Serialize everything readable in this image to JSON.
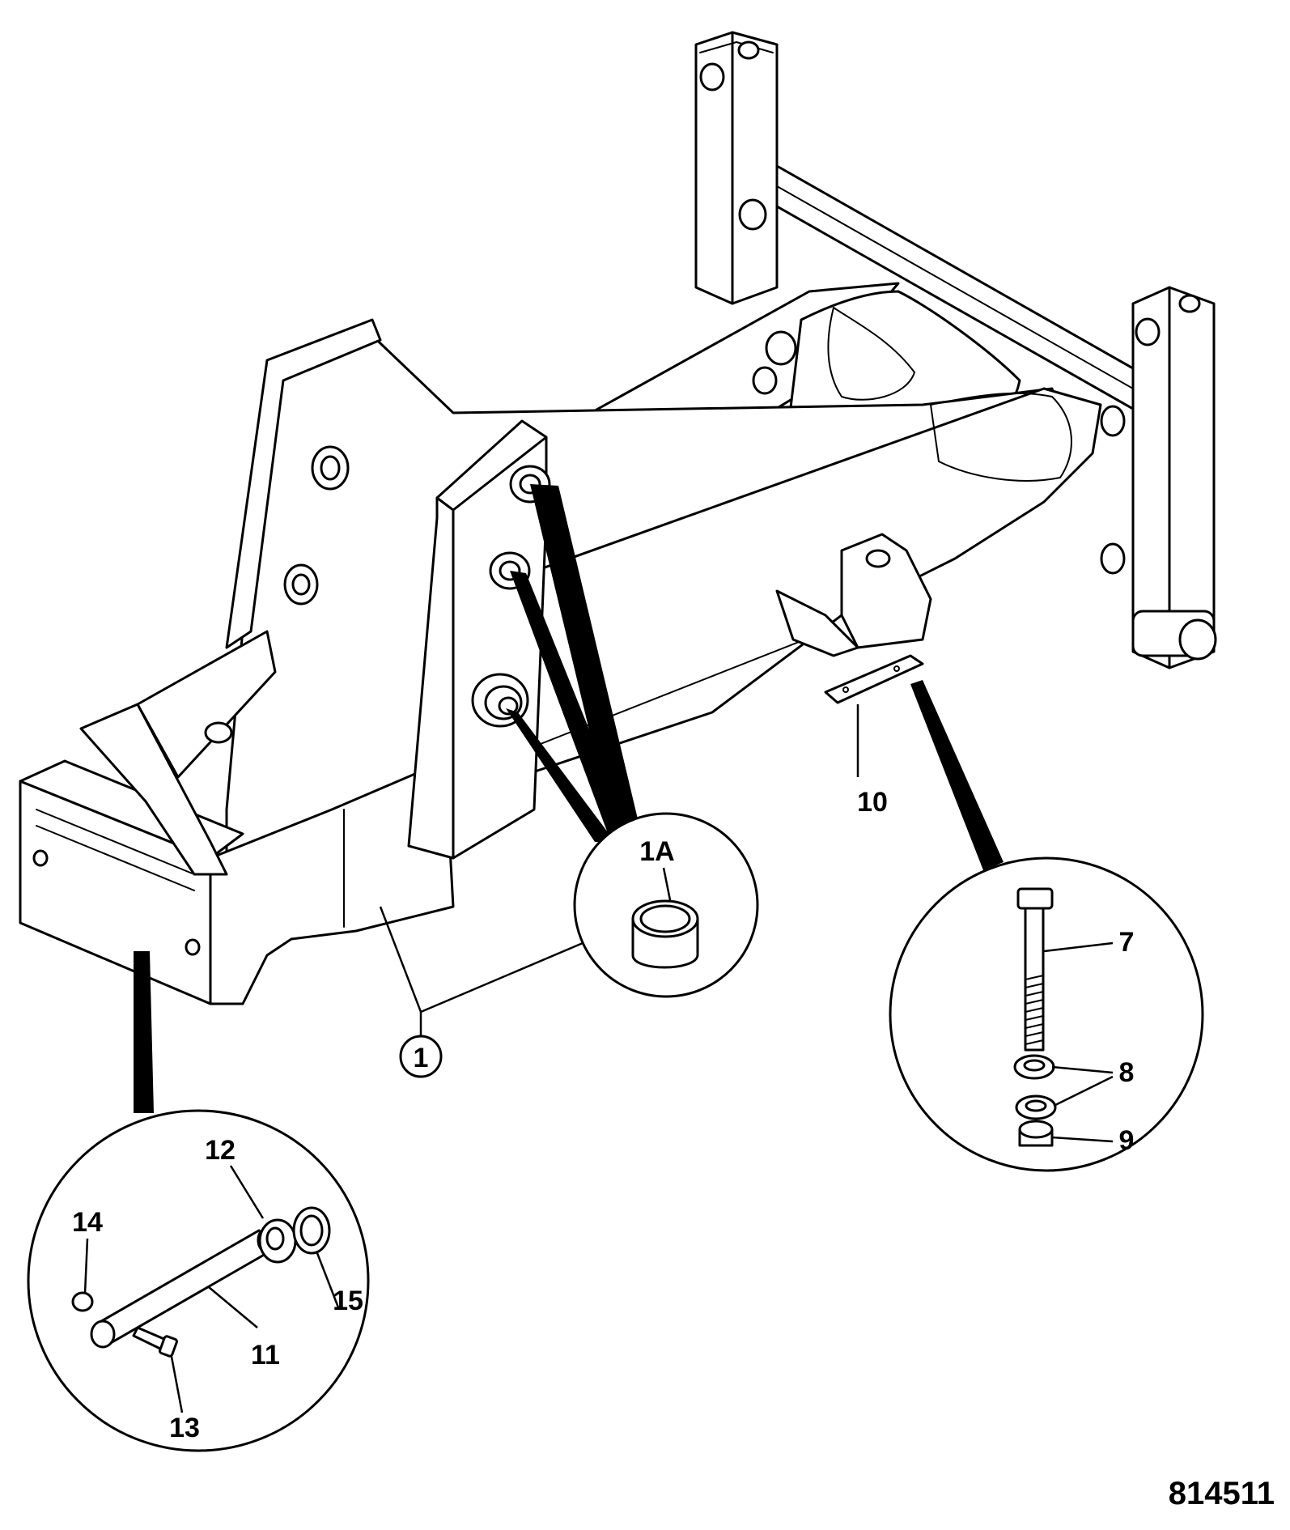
{
  "figure": {
    "number": "814511"
  },
  "callouts": {
    "main_frame": "1",
    "bush": "1A",
    "bolt": "7",
    "washer": "8",
    "nut": "9",
    "shim": "10",
    "pin": "11",
    "spacer": "12",
    "screw": "13",
    "nut_small": "14",
    "washer_large": "15"
  }
}
